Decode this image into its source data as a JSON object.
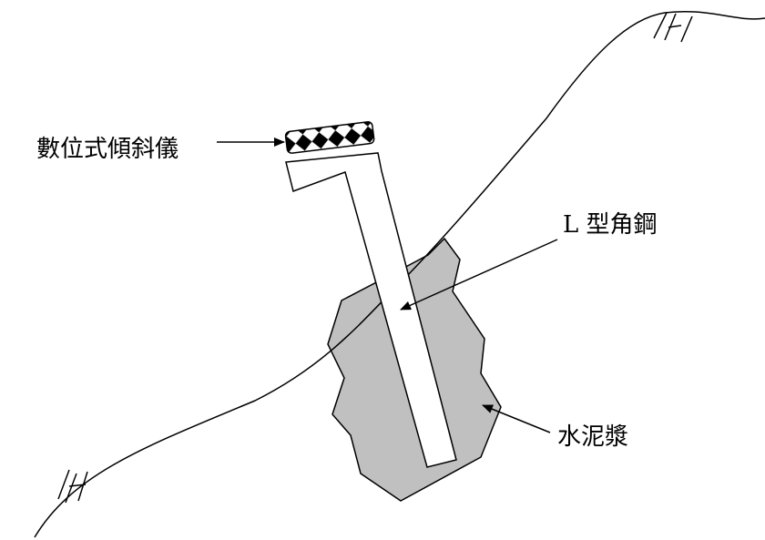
{
  "labels": {
    "inclinometer": "數位式傾斜儀",
    "angle_steel": "L 型角鋼",
    "grout": "水泥漿"
  },
  "colors": {
    "line": "#000000",
    "grout_fill": "#c0c0c0",
    "background": "#ffffff"
  },
  "icons": {
    "inclinometer": "checkered-sensor-icon",
    "arrow": "arrow-icon",
    "hatch": "ground-hatch-icon"
  }
}
